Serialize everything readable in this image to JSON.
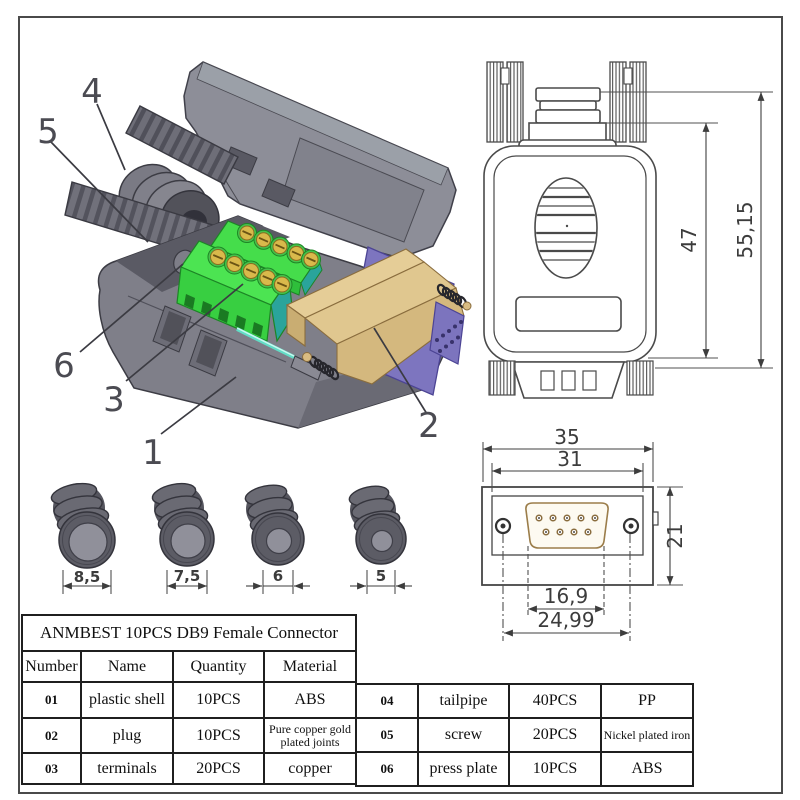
{
  "drawing": {
    "callouts": [
      "1",
      "2",
      "3",
      "4",
      "5",
      "6"
    ],
    "back_view": {
      "dim_inner": "47",
      "dim_outer": "55,15"
    },
    "face_view": {
      "dim_outer_width": "35",
      "dim_inner_width": "31",
      "dim_height": "21",
      "dim_pin_span": "16,9",
      "dim_screw_span": "24,99"
    },
    "tailpipes": {
      "dims": [
        "8,5",
        "7,5",
        "6",
        "5"
      ]
    }
  },
  "parts_table": {
    "title": "ANMBEST 10PCS DB9 Female Connector",
    "headers": [
      "Number",
      "Name",
      "Quantity",
      "Material"
    ],
    "rows_left": [
      {
        "number": "01",
        "name": "plastic shell",
        "quantity": "10PCS",
        "material": "ABS"
      },
      {
        "number": "02",
        "name": "plug",
        "quantity": "10PCS",
        "material": "Pure copper gold plated joints"
      },
      {
        "number": "03",
        "name": "terminals",
        "quantity": "20PCS",
        "material": "copper"
      }
    ],
    "rows_right": [
      {
        "number": "04",
        "name": "tailpipe",
        "quantity": "40PCS",
        "material": "PP"
      },
      {
        "number": "05",
        "name": "screw",
        "quantity": "20PCS",
        "material": "Nickel plated iron"
      },
      {
        "number": "06",
        "name": "press plate",
        "quantity": "10PCS",
        "material": "ABS"
      }
    ]
  },
  "colors": {
    "shell_gray": "#84848e",
    "terminal_green": "#3bd743",
    "connector_tan": "#e0c78f",
    "plate_purple": "#7d75bf",
    "wire_cyan": "#7fe8d4",
    "line": "#3f3f3f"
  }
}
